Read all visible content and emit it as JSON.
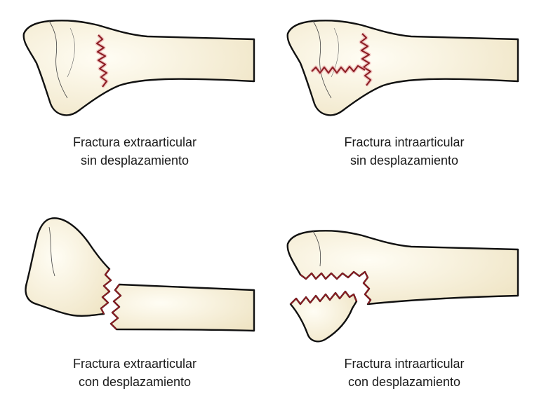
{
  "panels": [
    {
      "caption_line1": "Fractura extraarticular",
      "caption_line2": "sin desplazamiento"
    },
    {
      "caption_line1": "Fractura intraarticular",
      "caption_line2": "sin desplazamiento"
    },
    {
      "caption_line1": "Fractura extraarticular",
      "caption_line2": "con desplazamiento"
    },
    {
      "caption_line1": "Fractura intraarticular",
      "caption_line2": "con desplazamiento"
    }
  ],
  "colors": {
    "bone_fill": "#f6f0da",
    "bone_outline": "#111111",
    "fracture_line": "#8b1c22",
    "fracture_glow": "#e8a0a4"
  }
}
